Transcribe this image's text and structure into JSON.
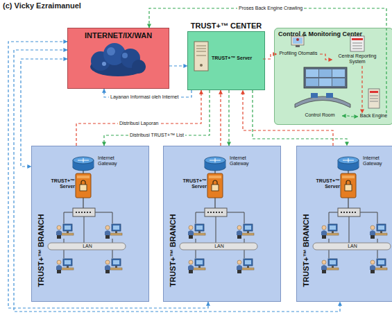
{
  "diagram": {
    "nodes": [
      {
        "text": [
          "INTERNET/IX/WAN"
        ]
      },
      {
        "text": [
          "TRUST+™ CENTER"
        ]
      },
      {
        "text": [
          "TRUST+™ Server"
        ],
        "in": 1
      },
      {
        "text": [
          "Control & Monitoring Center"
        ]
      },
      {
        "text": [
          "Profiling Otomatis"
        ],
        "in": 3
      },
      {
        "text": [
          "Central Reporting System"
        ],
        "in": 3
      },
      {
        "text": [
          "Control Room"
        ],
        "in": 3
      },
      {
        "text": [
          "Back Engine"
        ],
        "in": 3
      },
      {
        "text": [
          "TRUST+™ BRANCH"
        ]
      },
      {
        "text": [
          "Internet Gateway"
        ],
        "in": 8
      },
      {
        "text": [
          "TRUST+™ Server"
        ],
        "in": 8
      },
      {
        "text": [
          "LAN"
        ],
        "in": 8
      },
      {
        "text": [
          "TRUST+™ BRANCH"
        ]
      },
      {
        "text": [
          "Internet Gateway"
        ],
        "in": 12
      },
      {
        "text": [
          "TRUST+™ Server"
        ],
        "in": 12
      },
      {
        "text": [
          "LAN"
        ],
        "in": 12
      },
      {
        "text": [
          "TRUST+™ BRANCH"
        ]
      },
      {
        "text": [
          "Internet Gateway"
        ],
        "in": 16
      },
      {
        "text": [
          "TRUST+™ Server"
        ],
        "in": 16
      },
      {
        "text": [
          "LAN"
        ],
        "in": 16
      }
    ],
    "edges": [
      {
        "from": 1,
        "to": 0,
        "arrow": "to",
        "label": "Layanan Informasi oleh Internet"
      },
      {
        "from": 0,
        "to": 1,
        "arrow": "to"
      },
      {
        "from": 7,
        "to": 0,
        "arrow": "to",
        "label": "Proses Back Engine Crawling"
      },
      {
        "from": 2,
        "to": 4,
        "arrow": "to"
      },
      {
        "from": 4,
        "to": 5,
        "arrow": "to"
      },
      {
        "from": 5,
        "to": 7,
        "arrow": "to"
      },
      {
        "from": 6,
        "to": 7,
        "arrow": "both"
      },
      {
        "from": 8,
        "to": 1,
        "arrow": "to",
        "label": "Distribusi Laporan"
      },
      {
        "from": 1,
        "to": 8,
        "arrow": "to",
        "label": "Distribusi TRUST+™ List"
      },
      {
        "from": 12,
        "to": 1,
        "arrow": "to"
      },
      {
        "from": 1,
        "to": 12,
        "arrow": "to"
      },
      {
        "from": 16,
        "to": 1,
        "arrow": "to"
      },
      {
        "from": 1,
        "to": 16,
        "arrow": "to"
      },
      {
        "from": 0,
        "to": 8,
        "arrow": "both"
      },
      {
        "from": 0,
        "to": 12,
        "arrow": "both"
      },
      {
        "from": 0,
        "to": 16,
        "arrow": "both"
      }
    ],
    "labels": [
      "(c) Vicky Ezraimanuel"
    ]
  }
}
